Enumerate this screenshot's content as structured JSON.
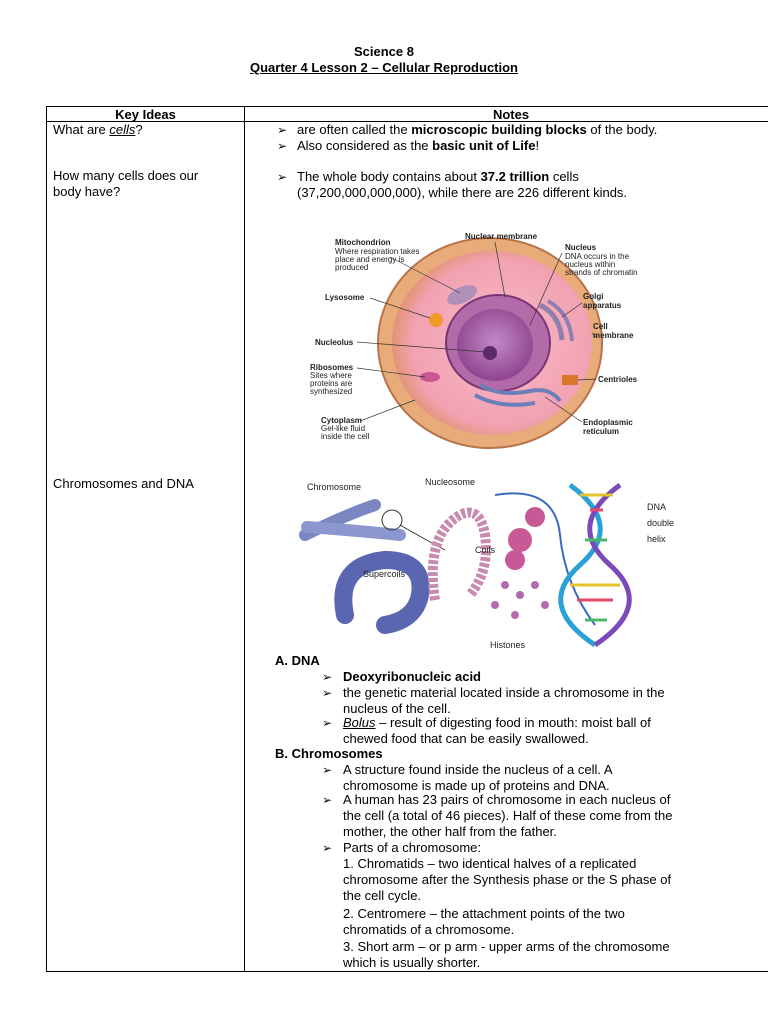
{
  "header": {
    "line1": "Science 8",
    "line2": "Quarter 4 Lesson 2 – Cellular Reproduction"
  },
  "table": {
    "col1": "Key Ideas",
    "col2": "Notes"
  },
  "q1": {
    "pre": "What are ",
    "em": "cells",
    "post": "?"
  },
  "q2": {
    "line1": "How many cells does our",
    "line2": "body have?"
  },
  "q3": "Chromosomes and DNA",
  "n1": {
    "pre": "are often called the ",
    "bold": "microscopic building blocks",
    "post": " of the body."
  },
  "n2": {
    "pre": "Also considered as the ",
    "bold": "basic unit of Life",
    "post": "!"
  },
  "n3": {
    "pre": "The whole body contains about ",
    "bold": "37.2 trillion",
    "post": " cells",
    "line2": "(37,200,000,000,000), while there are 226 different kinds."
  },
  "arrow": "➢",
  "cell_labels": {
    "mito": "Mitochondrion",
    "mito_d1": "Where respiration takes",
    "mito_d2": "place and energy is",
    "mito_d3": "produced",
    "nucmem": "Nuclear membrane",
    "nucleus": "Nucleus",
    "nuc_d1": "DNA occurs in the",
    "nuc_d2": "nucleus within",
    "nuc_d3": "strands of chromatin",
    "lysosome": "Lysosome",
    "golgi1": "Golgi",
    "golgi2": "apparatus",
    "cellmem1": "Cell",
    "cellmem2": "membrane",
    "nucleolus": "Nucleolus",
    "ribo": "Ribosomes",
    "ribo_d1": "Sites where",
    "ribo_d2": "proteins are",
    "ribo_d3": "synthesized",
    "centrioles": "Centrioles",
    "cyto": "Cytoplasm",
    "cyto_d1": "Gel-like fluid",
    "cyto_d2": "inside the cell",
    "er1": "Endoplasmic",
    "er2": "reticulum"
  },
  "dna_labels": {
    "chromosome": "Chromosome",
    "nucleosome": "Nucleosome",
    "coils": "Coils",
    "supercoils": "Supercoils",
    "histones": "Histones",
    "dna1": "DNA",
    "dna2": "double",
    "dna3": "helix"
  },
  "secA": {
    "title": "A.  DNA",
    "b1": "Deoxyribonucleic acid",
    "b2_1": "the genetic material located inside a chromosome in the",
    "b2_2": "nucleus of the cell.",
    "b3_em": "Bolus",
    "b3_1": " – result of digesting food in mouth: moist ball of",
    "b3_2": "chewed food that can be easily swallowed."
  },
  "secB": {
    "title": "B.  Chromosomes",
    "b1_1": "A structure found inside the nucleus of a cell. A",
    "b1_2": "chromosome is made up of proteins and DNA.",
    "b2_1": "A human has 23 pairs of chromosome in each nucleus of",
    "b2_2": "the cell (a total of 46 pieces). Half of these come from the",
    "b2_3": "mother, the other half from the father.",
    "b3": "Parts of a chromosome:",
    "p1_1": "1. Chromatids – two identical halves of a replicated",
    "p1_2": "chromosome after the Synthesis phase or the S phase of",
    "p1_3": "the cell cycle.",
    "p2_1": "2. Centromere – the attachment points of the two",
    "p2_2": "chromatids of a chromosome.",
    "p3_1": "3. Short arm – or p arm - upper arms of the chromosome",
    "p3_2": "which is usually shorter."
  }
}
